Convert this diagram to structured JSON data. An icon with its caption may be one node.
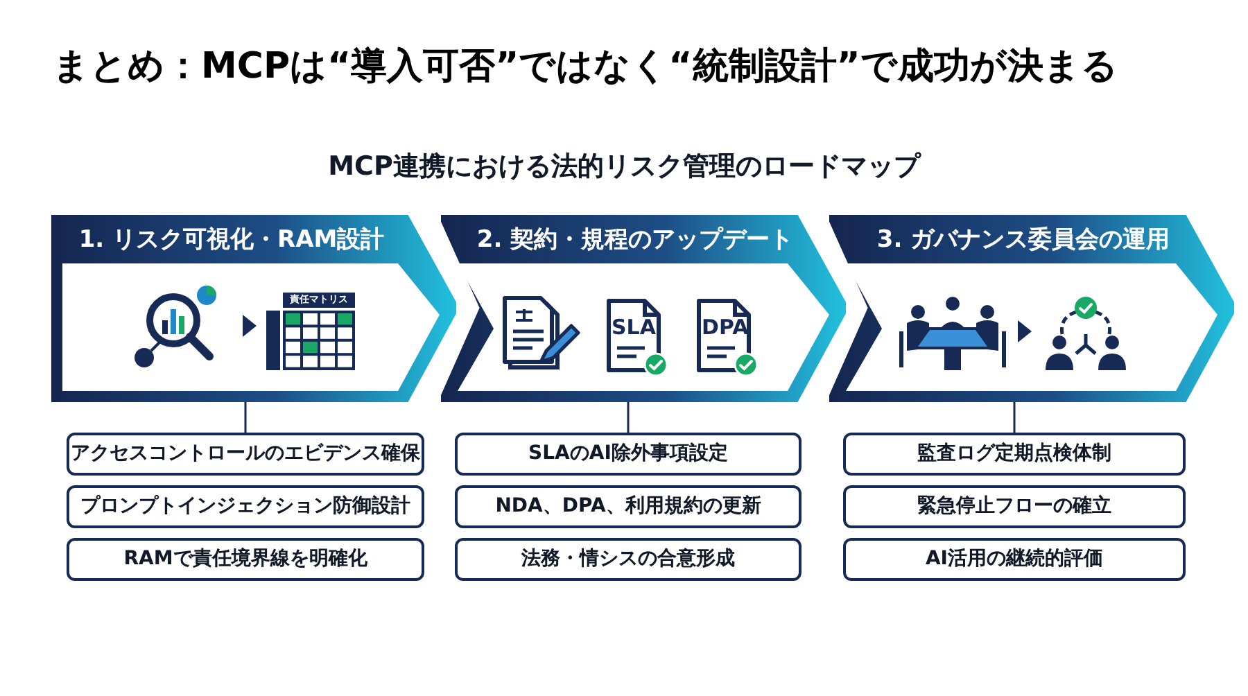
{
  "diagram": {
    "title": "まとめ：MCPは“導入可否”ではなく“統制設計”で成功が決まる",
    "nodes": [
      {
        "text": [
          "1. リスク可視化・RAM設計"
        ]
      },
      {
        "text": [
          "アクセスコントロールのエビデンス確保"
        ]
      },
      {
        "text": [
          "プロンプトインジェクション防御設計"
        ]
      },
      {
        "text": [
          "RAMで責任境界線を明確化"
        ]
      },
      {
        "text": [
          "2. 契約・規程のアップデート"
        ]
      },
      {
        "text": [
          "SLAのAI除外事項設定"
        ]
      },
      {
        "text": [
          "NDA、DPA、利用規約の更新"
        ]
      },
      {
        "text": [
          "法務・情シスの合意形成"
        ]
      },
      {
        "text": [
          "3. ガバナンス委員会の運用"
        ]
      },
      {
        "text": [
          "監査ログ定期点検体制"
        ]
      },
      {
        "text": [
          "緊急停止フローの確立"
        ]
      },
      {
        "text": [
          "AI活用の継続的評価"
        ]
      }
    ],
    "edges": [
      {
        "from": 0,
        "to": 1,
        "arrow": "none"
      },
      {
        "from": 4,
        "to": 5,
        "arrow": "none"
      },
      {
        "from": 8,
        "to": 9,
        "arrow": "none"
      }
    ],
    "labels": [
      "MCP連携における法的リスク管理のロードマップ",
      "責任マトリス",
      "SLA",
      "DPA"
    ]
  }
}
